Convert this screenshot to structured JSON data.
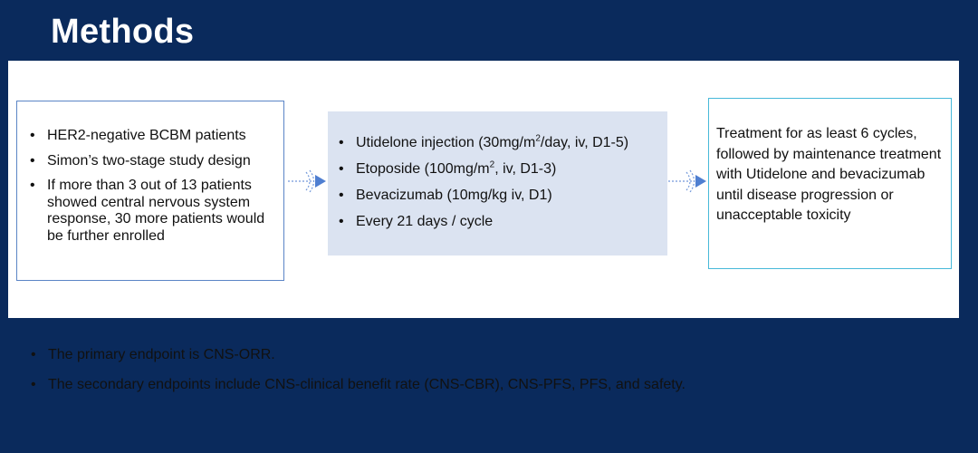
{
  "slide": {
    "title": "Methods"
  },
  "design_box": {
    "items": [
      "HER2-negative BCBM patients",
      "Simon’s two-stage study design",
      "If more than 3 out of 13 patients showed central nervous system response, 30 more patients would be further enrolled"
    ]
  },
  "regimen_box": {
    "items": [
      {
        "pre": "Utidelone injection (30mg/m",
        "sup": "2",
        "post": "/day, iv, D1-5)"
      },
      {
        "pre": "Etoposide (100mg/m",
        "sup": "2",
        "post": ", iv, D1-3)"
      },
      {
        "pre": "Bevacizumab (10mg/kg iv, D1)",
        "sup": "",
        "post": ""
      },
      {
        "pre": "Every 21 days / cycle",
        "sup": "",
        "post": ""
      }
    ]
  },
  "treatment_box": {
    "text": "Treatment for as least 6 cycles, followed by maintenance treatment with Utidelone and bevacizumab until disease progression or unacceptable toxicity"
  },
  "endpoints": [
    "The primary endpoint is CNS-ORR.",
    "The secondary endpoints include CNS-clinical benefit rate (CNS-CBR), CNS-PFS, PFS, and safety."
  ],
  "bullet_symbol": "•",
  "colors": {
    "background": "#0a2a5c",
    "panel": "#ffffff",
    "box1_border": "#5b85c6",
    "box2_fill": "#dbe3f1",
    "box3_border": "#47b9d9",
    "arrow": "#4f7fd1"
  }
}
